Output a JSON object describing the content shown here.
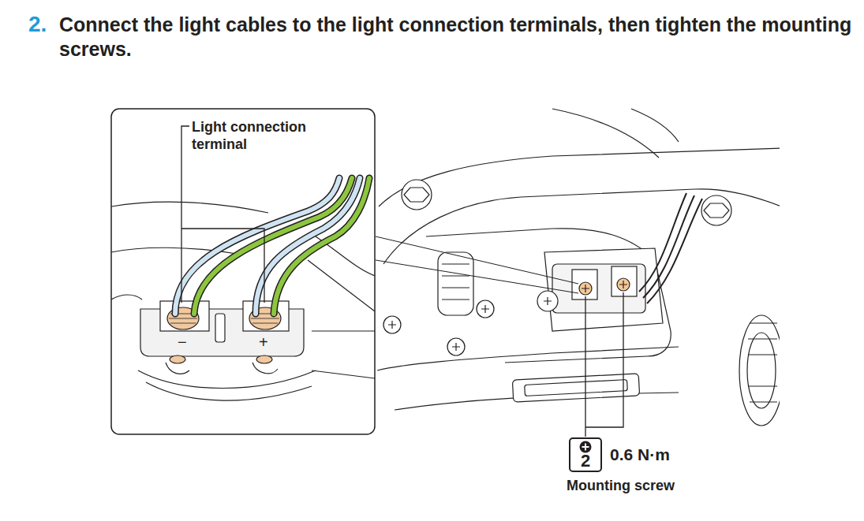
{
  "diagram": {
    "title": "Connect the light cables to the light connection terminals, then tighten the mounting screws.",
    "nodes": [
      {
        "text": [
          "Light connection terminal",
          "−",
          "+"
        ]
      },
      {
        "text": [
          "2"
        ]
      }
    ],
    "labels": [
      "2.",
      "0.6 N·m",
      "Mounting screw"
    ]
  }
}
